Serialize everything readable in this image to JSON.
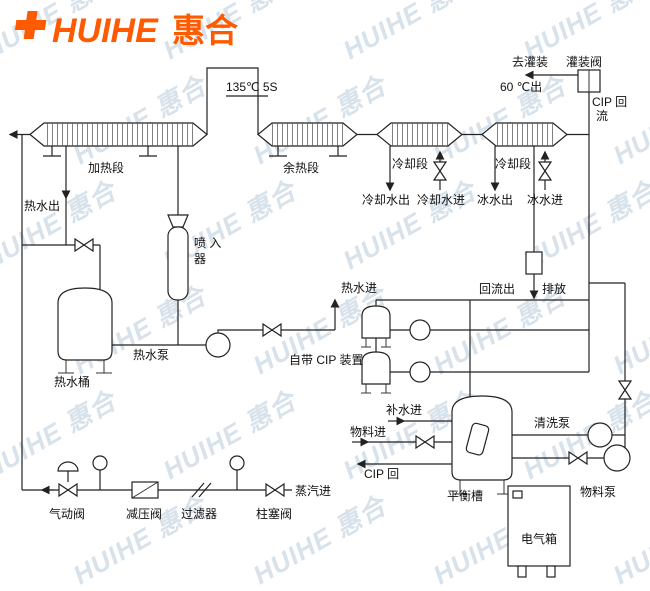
{
  "logo": {
    "brand": "HUIHE",
    "cn": "惠合"
  },
  "watermark": "HUIHE 惠合",
  "colors": {
    "brand_orange": "#ff5a00",
    "watermark": "#cfdbe6",
    "line": "#222222"
  },
  "diagram": {
    "temp_label": "135℃  5S",
    "heating_section": "加热段",
    "preheat_section": "余热段",
    "cooling_section_1": "冷却段",
    "cooling_section_2": "冷却段",
    "to_filling": "去灌装",
    "out_60c": "60 ℃出",
    "filling_valve": "灌装阀",
    "cip_reflux_line1": "CIP 回",
    "cip_reflux_line2": "流",
    "hot_water_out": "热水出",
    "injector_line1": "喷 入",
    "injector_line2": "器",
    "hot_water_tank": "热水桶",
    "hot_water_pump": "热水泵",
    "hot_water_in": "热水进",
    "cip_unit": "自带 CIP 装置",
    "reflux_out": "回流出",
    "drain": "排放",
    "cooling_water_out": "冷却水出",
    "cooling_water_in": "冷却水进",
    "ice_water_out": "冰水出",
    "ice_water_in": "冰水进",
    "makeup_in": "补水进",
    "material_in": "物料进",
    "cip_back": "CIP 回",
    "steam_in": "蒸汽进",
    "balance_tank": "平衡槽",
    "cleaning_pump": "清洗泵",
    "material_pump": "物料泵",
    "pneumatic_valve": "气动阀",
    "reducing_valve": "减压阀",
    "filter": "过滤器",
    "plunger_valve": "柱塞阀",
    "electric_box": "电气箱"
  }
}
